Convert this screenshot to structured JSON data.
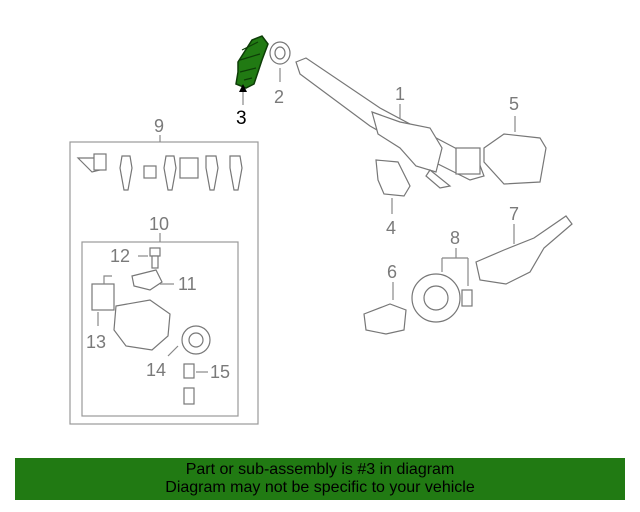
{
  "callouts": {
    "c1": "1",
    "c2": "2",
    "c3": "3",
    "c4": "4",
    "c5": "5",
    "c6": "6",
    "c7": "7",
    "c8": "8",
    "c9": "9",
    "c10": "10",
    "c11": "11",
    "c12": "12",
    "c13": "13",
    "c14": "14",
    "c15": "15"
  },
  "highlight_part": "3",
  "colors": {
    "highlight": "#217a13",
    "banner": "#217a13",
    "line_art": "#777777"
  },
  "banner": {
    "line1": "Part or sub-assembly is #3 in diagram",
    "line2": "Diagram may not be specific to your vehicle"
  }
}
